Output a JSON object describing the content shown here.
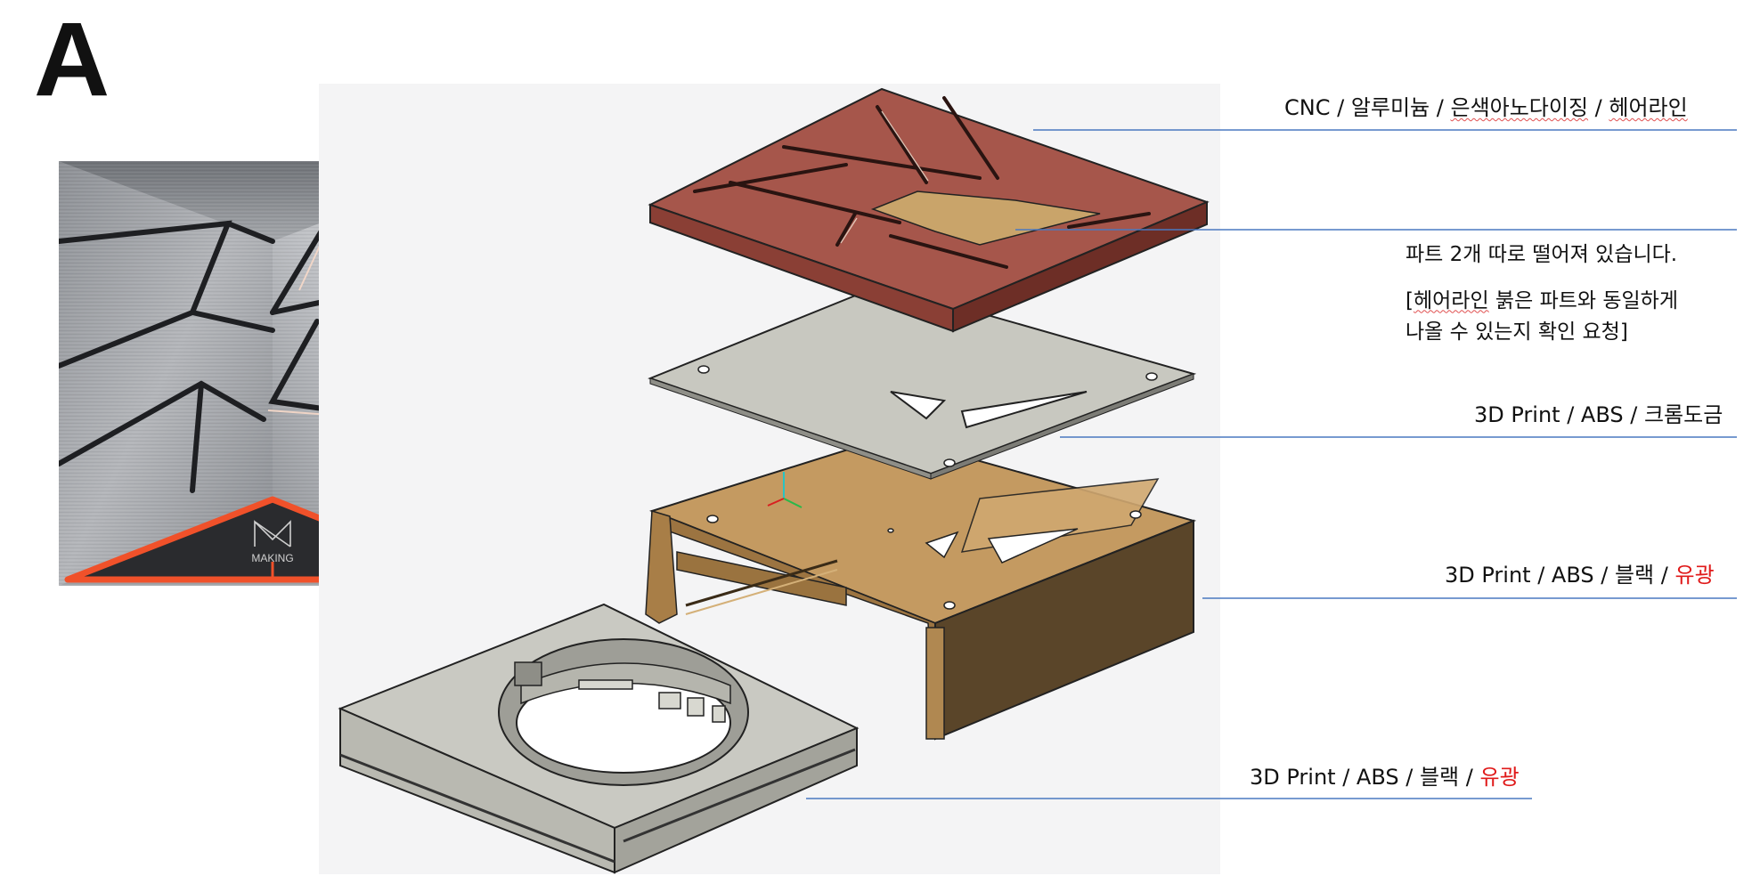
{
  "panel_letter": "A",
  "logo": {
    "text": "MAKING"
  },
  "labels": {
    "cnc": {
      "a": "CNC / 알루미늄 / ",
      "b": "은색아노다이징",
      "c": " / ",
      "d": "헤어라인"
    },
    "note": {
      "line1": "파트 2개 따로 떨어져 있습니다.",
      "line2a": "[",
      "line2b": "헤어라인",
      "line2c": " 붉은 파트와 동일하게",
      "line3": "나올 수 있는지 확인 요청]"
    },
    "chrome": "3D Print / ABS / 크롬도금",
    "black1": {
      "a": "3D Print / ABS / 블랙 / ",
      "b": "유광"
    },
    "black2": {
      "a": "3D Print / ABS / 블랙 / ",
      "b": "유광"
    }
  },
  "colors": {
    "accent_red": "#e01a1a",
    "leader_blue": "#4a78c0",
    "frame_orange": "#f0512a",
    "top_part": "#a4554a",
    "insert": "#c9a46a",
    "base_tan": "#b58a55",
    "gray_base": "#cfcfc8"
  }
}
